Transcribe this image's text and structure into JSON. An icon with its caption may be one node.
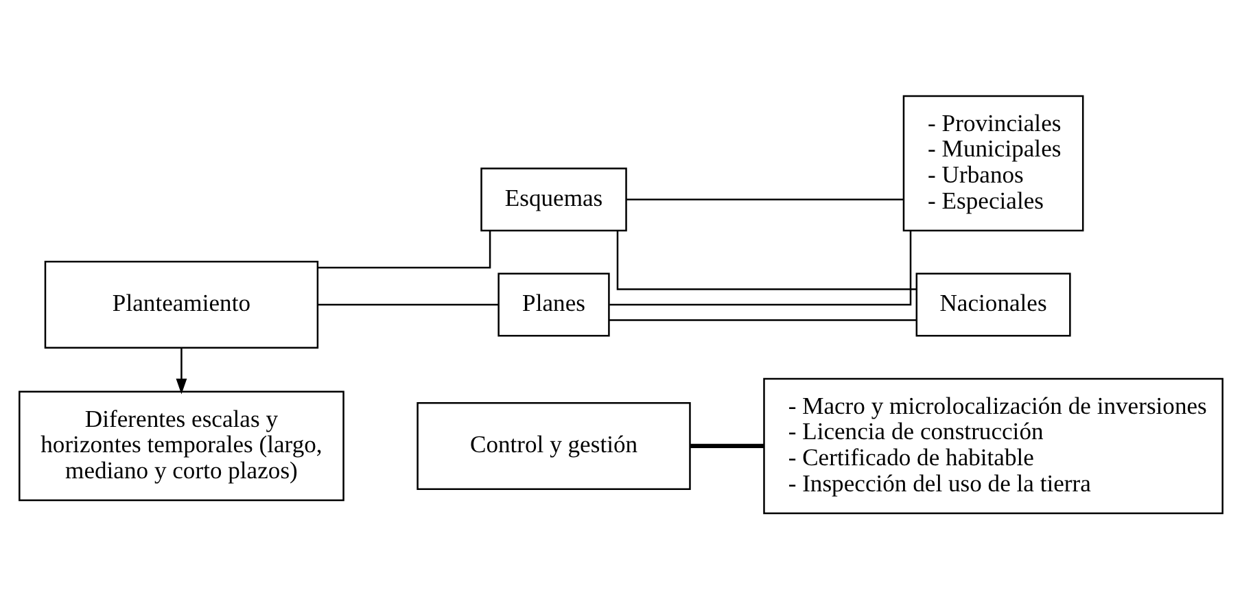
{
  "diagram": {
    "nodes": [
      {
        "text": [
          "Planteamiento"
        ]
      },
      {
        "text": [
          "Diferentes escalas y horizontes temporales (largo, mediano y corto plazos)"
        ]
      },
      {
        "text": [
          "Esquemas"
        ]
      },
      {
        "text": [
          "Planes"
        ]
      },
      {
        "text": [
          "Nacionales"
        ]
      },
      {
        "text": [
          "- Provinciales",
          "- Municipales",
          "- Urbanos",
          "- Especiales"
        ]
      },
      {
        "text": [
          "Control y gestión"
        ]
      },
      {
        "text": [
          "- Macro y microlocalización de inversiones",
          "- Licencia de construcción",
          "- Certificado de habitable",
          "- Inspección del uso de la tierra"
        ]
      }
    ],
    "edges": [
      {
        "from": 0,
        "to": 1,
        "arrow": "to"
      },
      {
        "from": 0,
        "to": 2,
        "arrow": "none"
      },
      {
        "from": 0,
        "to": 3,
        "arrow": "none"
      },
      {
        "from": 2,
        "to": 4,
        "arrow": "none"
      },
      {
        "from": 2,
        "to": 5,
        "arrow": "none"
      },
      {
        "from": 3,
        "to": 4,
        "arrow": "none"
      },
      {
        "from": 3,
        "to": 5,
        "arrow": "none"
      },
      {
        "from": 6,
        "to": 7,
        "arrow": "none",
        "style": "thick"
      }
    ]
  }
}
